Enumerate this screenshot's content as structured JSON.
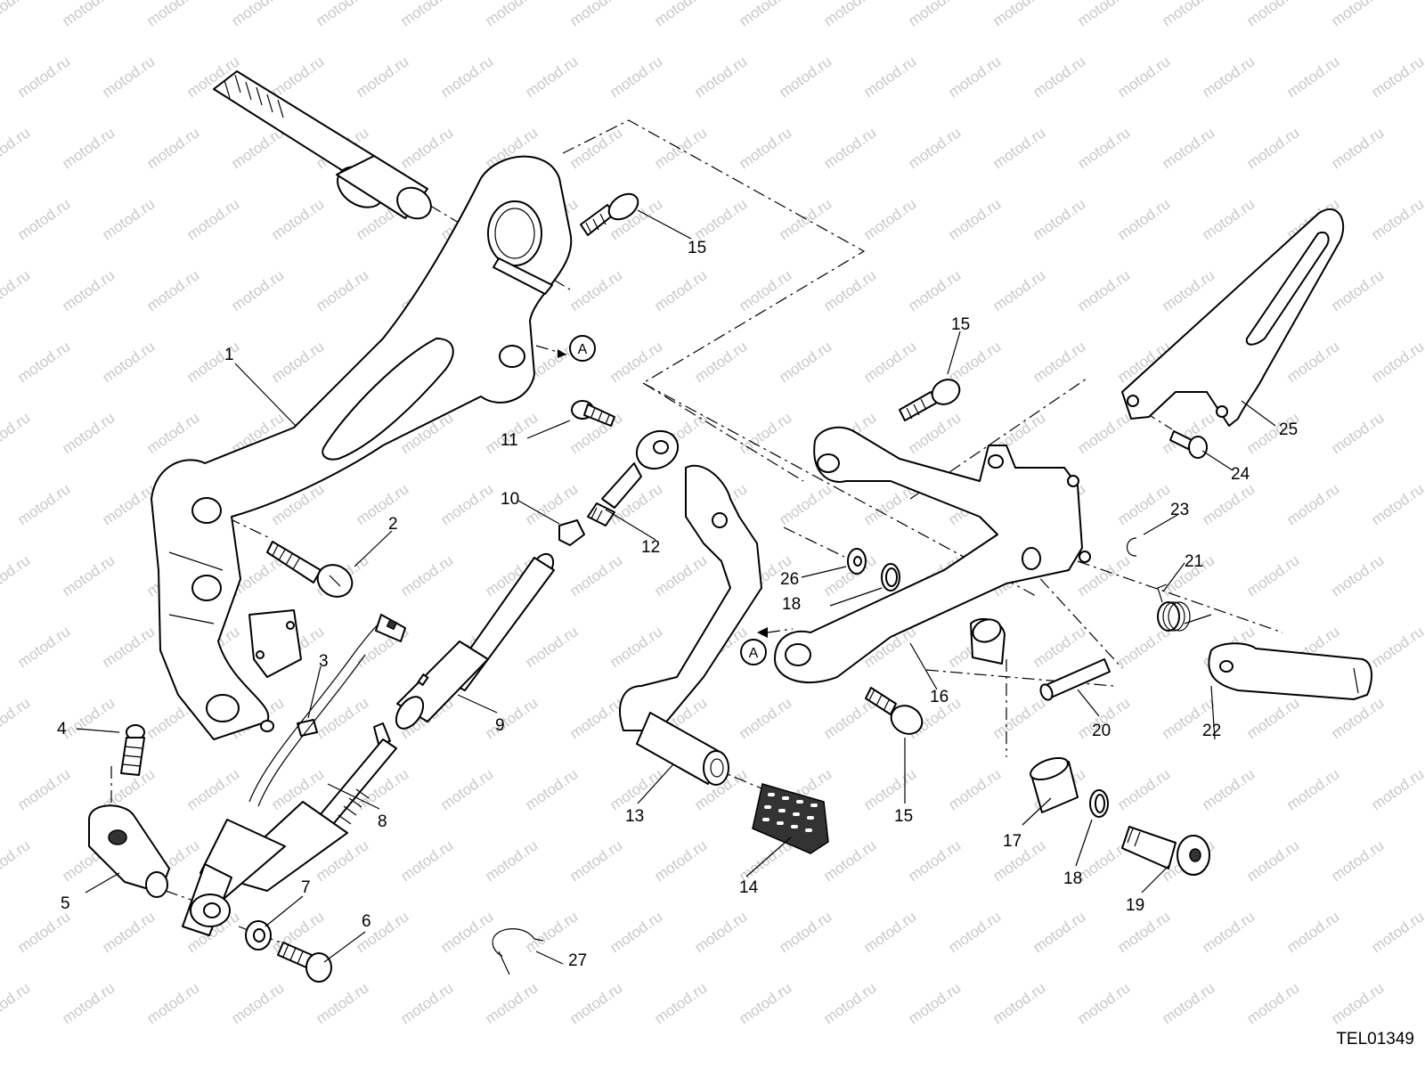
{
  "watermark": "motod.ru",
  "drawing_code": "TEL01349",
  "reference_callout": "A",
  "part_labels": [
    "1",
    "2",
    "3",
    "4",
    "5",
    "6",
    "7",
    "8",
    "9",
    "10",
    "11",
    "12",
    "13",
    "14",
    "15",
    "16",
    "17",
    "18",
    "19",
    "20",
    "21",
    "22",
    "23",
    "24",
    "25",
    "26",
    "27"
  ],
  "colors": {
    "line": "#000000",
    "background": "#ffffff",
    "watermark": "#9a9a9a"
  }
}
